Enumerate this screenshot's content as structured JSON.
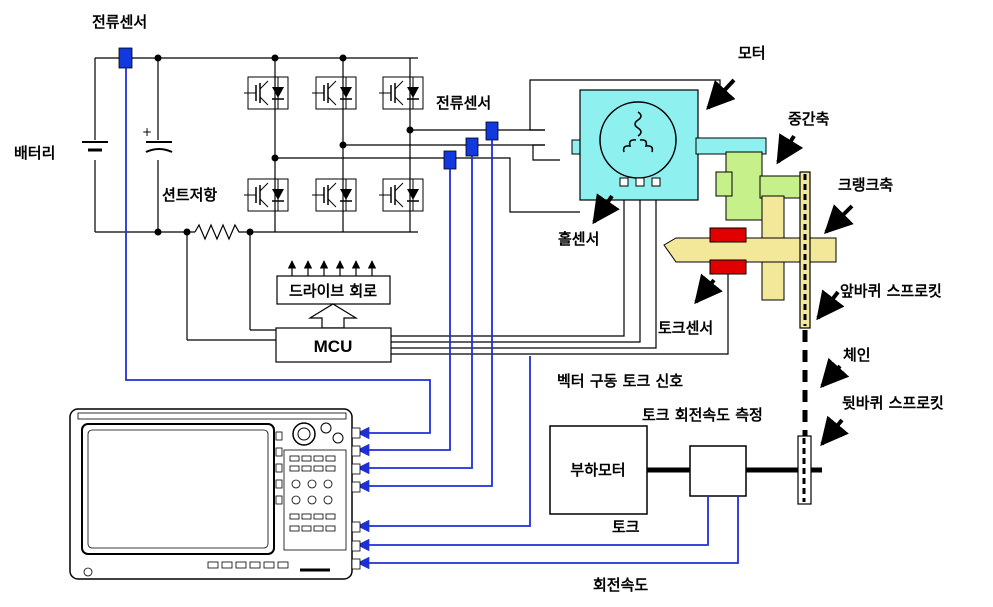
{
  "labels": {
    "battery": "배터리",
    "current_sensor_top": "전류센서",
    "current_sensor_right": "전류센서",
    "shunt_resistor": "션트저항",
    "drive_circuit": "드라이브 회로",
    "mcu": "MCU",
    "motor": "모터",
    "hall_sensor": "홀센서",
    "intermediate_shaft": "중간축",
    "crankshaft": "크랭크축",
    "torque_sensor": "토크센서",
    "front_sprocket": "앞바퀴 스프로킷",
    "chain": "체인",
    "rear_sprocket": "뒷바퀴 스프로킷",
    "vector_drive_signal": "벡터 구동 토크 신호",
    "torque_speed_measure": "토크 회전속도 측정",
    "load_motor": "부하모터",
    "torque": "토크",
    "rotation_speed": "회전속도"
  },
  "colors": {
    "motor_fill": "#8ff0f0",
    "shaft_green": "#c6f08a",
    "crank_yellow": "#f3e79a",
    "torque_sensor_red": "#e00000",
    "signal_blue": "#1f2fd6",
    "sensor_blue": "#1238e0"
  },
  "icons": [
    "oscilloscope-icon",
    "motor-coil-icon",
    "igbt-diode-icon",
    "battery-symbol-icon",
    "capacitor-symbol-icon",
    "resistor-symbol-icon"
  ]
}
